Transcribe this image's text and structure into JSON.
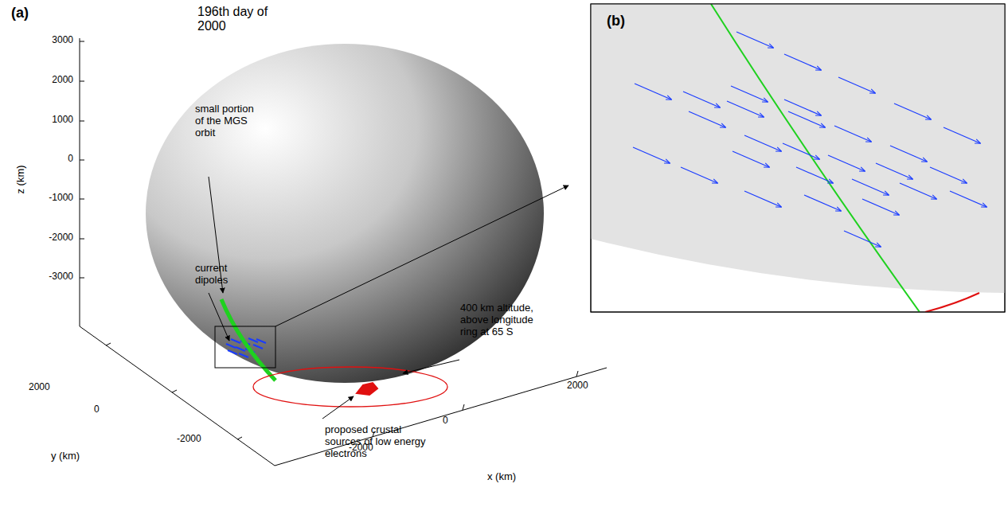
{
  "diagram": {
    "labels": [
      "(a)",
      "196th day of 2000",
      "3000",
      "2000",
      "1000",
      "0",
      "-1000",
      "-2000",
      "-3000",
      "z (km)",
      "small portion of the MGS orbit",
      "current dipoles",
      "400 km altitude, above longitude ring at 65 S",
      "proposed crustal sources of low energy electrons",
      "2000",
      "0",
      "-2000",
      "y (km)",
      "-2000",
      "0",
      "2000",
      "x (km)",
      "(b)"
    ]
  }
}
